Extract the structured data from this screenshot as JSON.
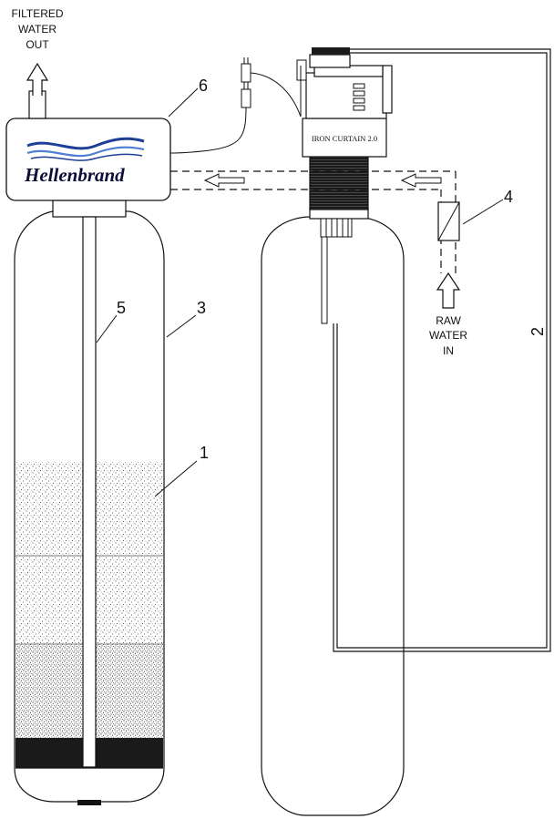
{
  "labels": {
    "filtered_out": [
      "FILTERED",
      "WATER",
      "OUT"
    ],
    "raw_in": [
      "RAW",
      "WATER",
      "IN"
    ],
    "brand": "Hellenbrand",
    "valve_label": "IRON CURTAIN 2.0"
  },
  "callouts": [
    "1",
    "2",
    "3",
    "4",
    "5",
    "6"
  ],
  "colors": {
    "line": "#111111",
    "brand_wave_dark": "#1d3f96",
    "brand_wave_light": "#4f7fd0",
    "brand_text": "#0d0d3a",
    "media_dark": "#1a1a1a"
  }
}
